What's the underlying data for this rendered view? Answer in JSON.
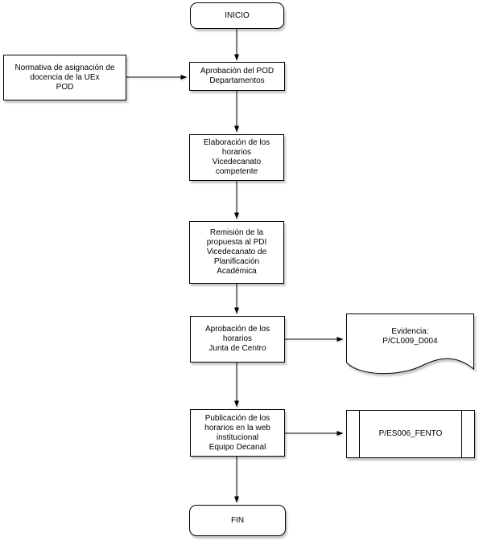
{
  "diagram": {
    "type": "flowchart",
    "language": "es"
  },
  "colors": {
    "node_fill": "#ffffff",
    "node_border": "#000000",
    "text": "#000000",
    "background": "#ffffff",
    "connector": "#000000"
  },
  "nodes": {
    "inicio": {
      "label": "INICIO",
      "shape": "terminator"
    },
    "normativa_pod": {
      "label": "Normativa de asignación de\ndocencia de la UEx\nPOD",
      "shape": "rectangle"
    },
    "aprobacion_pod": {
      "label": "Aprobación del POD\nDepartamentos",
      "shape": "rectangle"
    },
    "elaboracion_horarios": {
      "label": "Elaboración de los\nhorarios\nVicedecanato\ncompetente",
      "shape": "rectangle"
    },
    "remision_propuesta": {
      "label": "Remisión de la\npropuesta al PDI\nVicedecanato de\nPlanificación\nAcadémica",
      "shape": "rectangle"
    },
    "aprobacion_horarios": {
      "label": "Aprobación de los\nhorarios\nJunta de Centro",
      "shape": "rectangle"
    },
    "evidencia": {
      "label": "Evidencia:\nP/CL009_D004",
      "shape": "document"
    },
    "publicacion_horarios": {
      "label": "Publicación de los\nhorarios en la web\ninstitucional\nEquipo Decanal",
      "shape": "rectangle"
    },
    "fento": {
      "label": "P/ES006_FENTO",
      "shape": "predefined-process"
    },
    "fin": {
      "label": "FIN",
      "shape": "terminator"
    }
  },
  "edges": [
    {
      "from": "inicio",
      "to": "aprobacion_pod"
    },
    {
      "from": "normativa_pod",
      "to": "aprobacion_pod"
    },
    {
      "from": "aprobacion_pod",
      "to": "elaboracion_horarios"
    },
    {
      "from": "elaboracion_horarios",
      "to": "remision_propuesta"
    },
    {
      "from": "remision_propuesta",
      "to": "aprobacion_horarios"
    },
    {
      "from": "aprobacion_horarios",
      "to": "evidencia"
    },
    {
      "from": "aprobacion_horarios",
      "to": "publicacion_horarios"
    },
    {
      "from": "publicacion_horarios",
      "to": "fento"
    },
    {
      "from": "publicacion_horarios",
      "to": "fin"
    }
  ]
}
